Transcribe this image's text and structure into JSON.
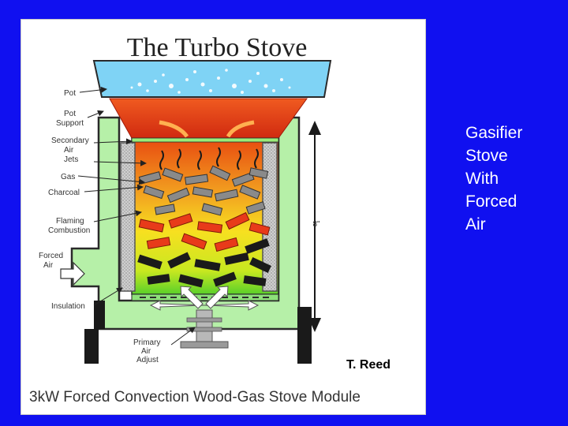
{
  "slide": {
    "caption_lines": [
      "Gasifier",
      "Stove",
      "With",
      "Forced",
      "Air"
    ],
    "background_color": "#1010f0"
  },
  "figure": {
    "title": "The Turbo Stove",
    "bottom_caption": "3kW Forced Convection Wood-Gas Stove Module",
    "credit": "T. Reed",
    "height_label": "8\"",
    "labels": {
      "pot": "Pot",
      "pot_support": [
        "Pot",
        "Support"
      ],
      "secondary_air_jets": [
        "Secondary",
        "Air",
        "Jets"
      ],
      "gas": "Gas",
      "charcoal": "Charcoal",
      "flaming_combustion": [
        "Flaming",
        "Combustion"
      ],
      "forced_air": [
        "Forced",
        "Air"
      ],
      "insulation": "Insulation",
      "primary_air_adjust": [
        "Primary",
        "Air",
        "Adjust"
      ]
    },
    "colors": {
      "stove_body": "#b6f0a8",
      "stove_outline": "#2a2a2a",
      "pot": "#7fd3f5",
      "flame_top": "#e03010",
      "charcoal": "#8a8a8a",
      "burning_wood": "#e83a1a",
      "unburnt_wood": "#1a1a1a"
    }
  }
}
